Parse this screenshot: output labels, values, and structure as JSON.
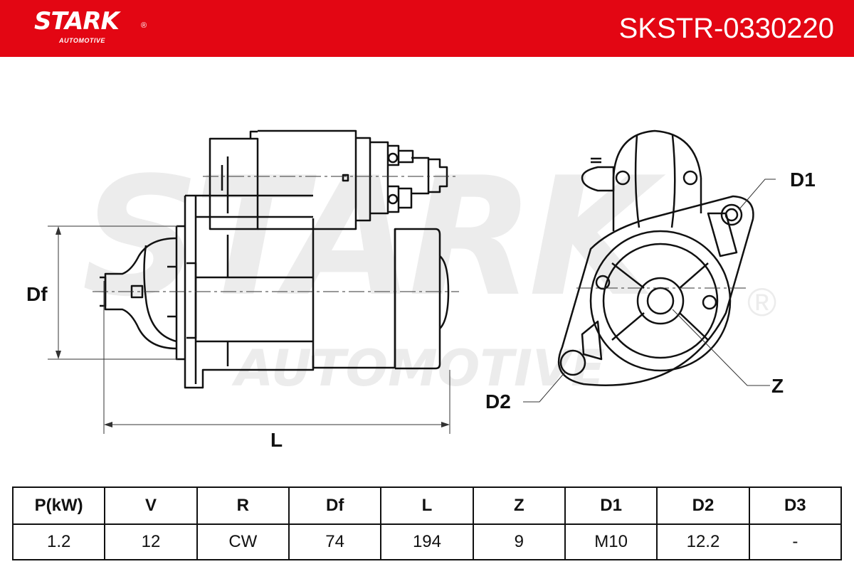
{
  "header": {
    "logo_text": "STARK",
    "logo_registered": "®",
    "logo_subtext": "AUTOMOTIVE",
    "part_number": "SKSTR-0330220",
    "background_color": "#e30613"
  },
  "watermark": {
    "main": "STARK",
    "sub": "AUTOMOTIVE",
    "registered": "®"
  },
  "dimension_labels": {
    "df": "Df",
    "l": "L",
    "d1": "D1",
    "d2": "D2",
    "z": "Z"
  },
  "specs": {
    "headers": [
      "P(kW)",
      "V",
      "R",
      "Df",
      "L",
      "Z",
      "D1",
      "D2",
      "D3"
    ],
    "values": [
      "1.2",
      "12",
      "CW",
      "74",
      "194",
      "9",
      "M10",
      "12.2",
      "-"
    ]
  }
}
